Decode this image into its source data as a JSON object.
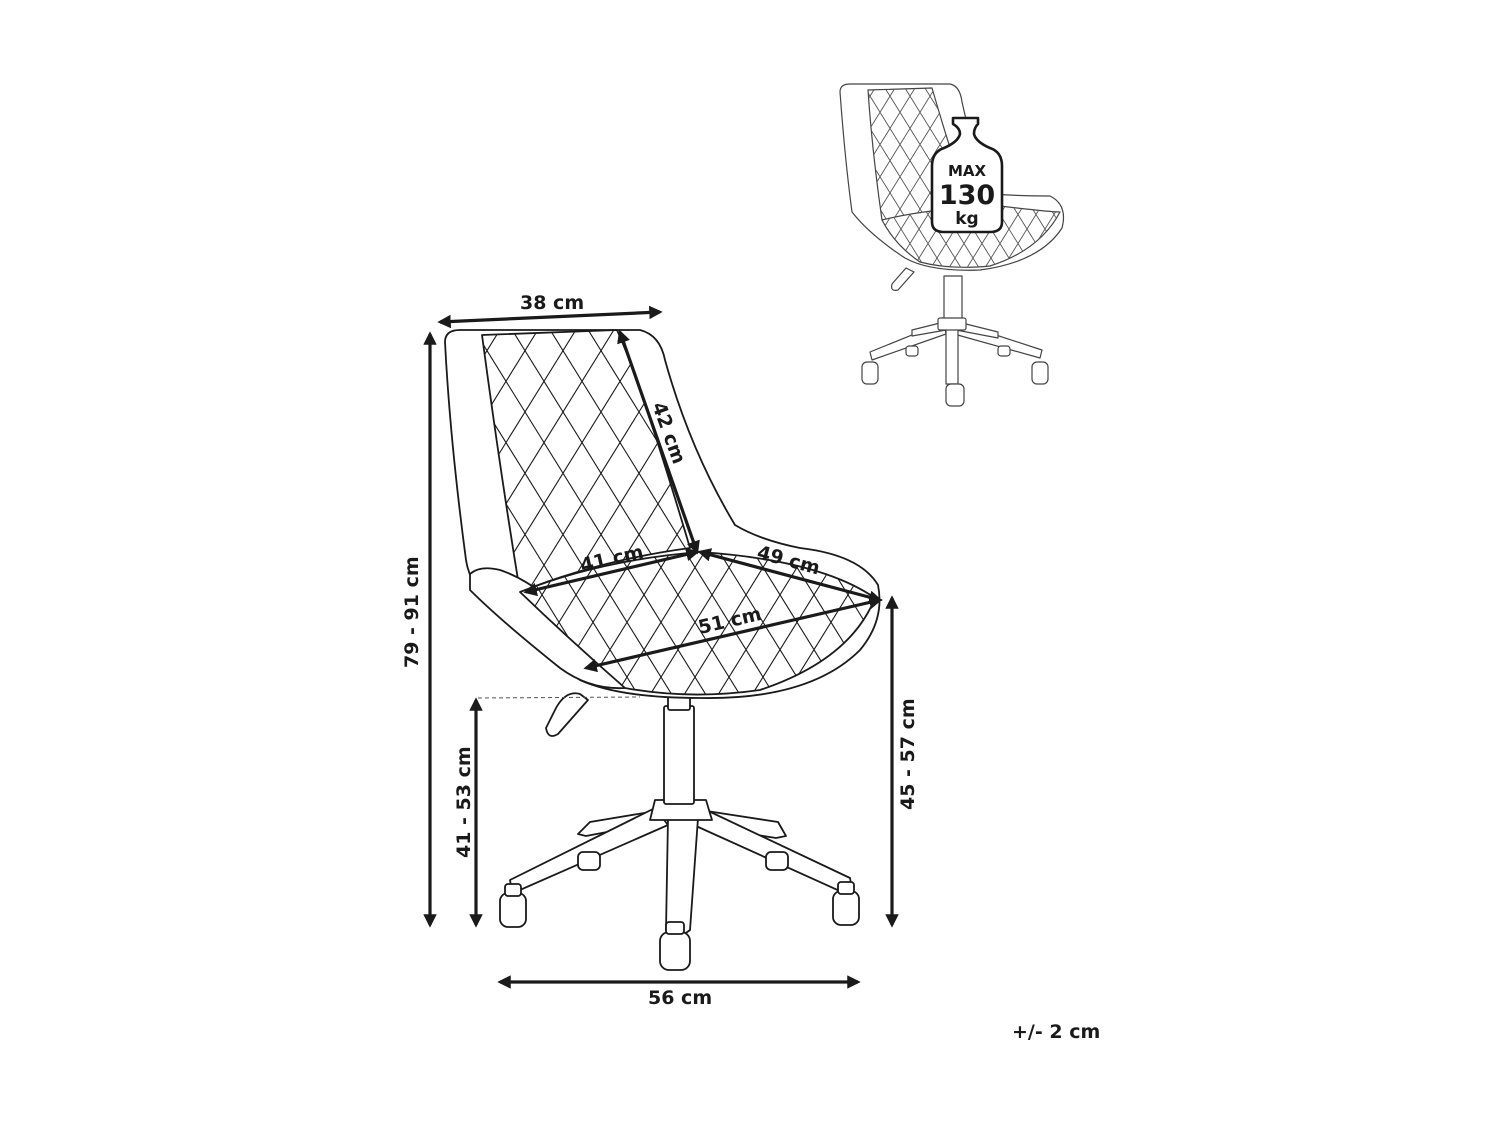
{
  "dimensions": {
    "back_width": "38 cm",
    "back_height": "42 cm",
    "seat_depth": "41 cm",
    "seat_width_side": "49 cm",
    "seat_diagonal": "51 cm",
    "total_height": "79 - 91 cm",
    "seat_height_low": "41 - 53 cm",
    "seat_height_high": "45 - 57 cm",
    "base_width": "56 cm"
  },
  "tolerance": "+/- 2 cm",
  "max_load": {
    "label": "MAX",
    "value": "130",
    "unit": "kg"
  },
  "colors": {
    "line": "#1a1a1a",
    "background": "#ffffff"
  }
}
